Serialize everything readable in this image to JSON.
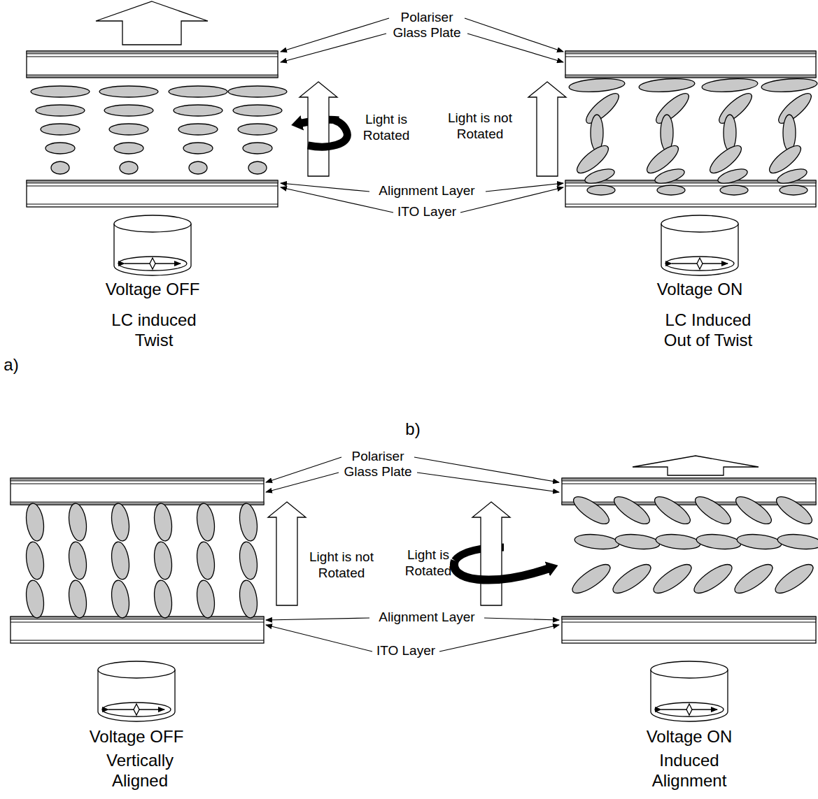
{
  "diagram": {
    "labels": [
      "Polariser",
      "Glass Plate",
      "Light is Rotated",
      "Light is not Rotated",
      "Alignment Layer",
      "ITO Layer",
      "Voltage OFF",
      "LC induced Twist",
      "Voltage ON",
      "LC Induced Out of Twist",
      "a)",
      "b)",
      "Polariser",
      "Glass Plate",
      "Light is not Rotated",
      "Light is Rotated",
      "Alignment Layer",
      "ITO Layer",
      "Voltage OFF",
      "Vertically Aligned",
      "Voltage ON",
      "Induced Alignment"
    ]
  }
}
